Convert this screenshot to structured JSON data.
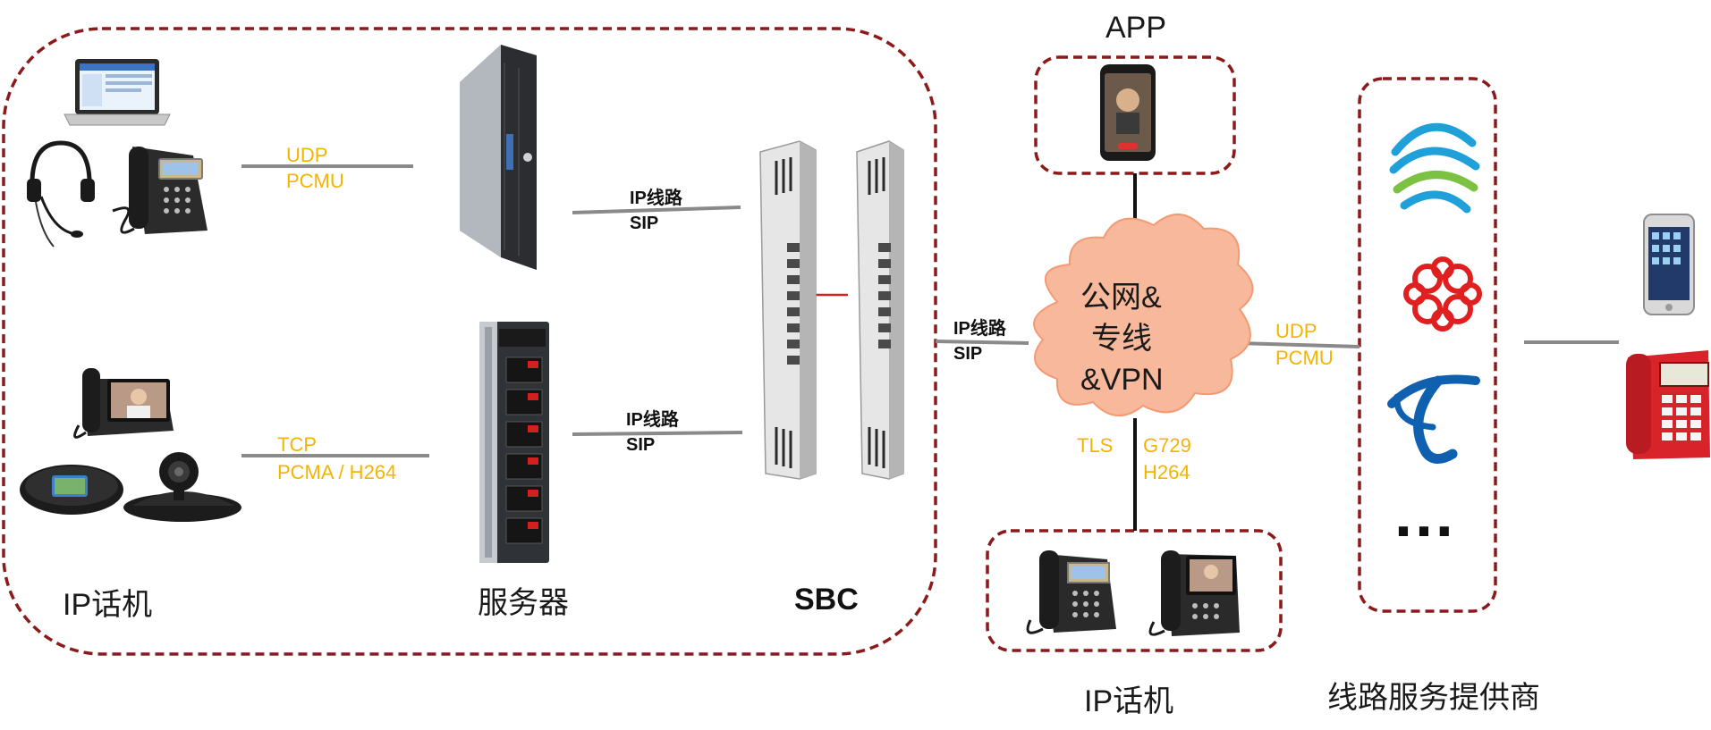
{
  "left_group": {
    "label_phones": "IP话机",
    "label_server": "服务器",
    "label_sbc": "SBC",
    "proto_udp": "UDP",
    "proto_pcmu": "PCMU",
    "proto_tcp": "TCP",
    "proto_pcma": "PCMA / H264",
    "link_top_1": "IP线路",
    "link_top_2": "SIP",
    "link_bot_1": "IP线路",
    "link_bot_2": "SIP"
  },
  "middle": {
    "app_title": "APP",
    "link_sbc_cloud_1": "IP线路",
    "link_sbc_cloud_2": "SIP",
    "cloud_line1": "公网&",
    "cloud_line2": "专线",
    "cloud_line3": "&VPN",
    "proto_tls": "TLS",
    "proto_g729": "G729",
    "proto_h264": "H264",
    "phones_label": "IP话机"
  },
  "right": {
    "proto_udp": "UDP",
    "proto_pcmu": "PCMU",
    "ellipsis": "…",
    "provider_label": "线路服务提供商"
  },
  "colors": {
    "dash_border": "#8b1a1a",
    "protocol_text": "#f4b400",
    "cloud_fill": "#f7b89b",
    "china_mobile": "#1fa0d8",
    "china_unicom": "#e02020",
    "china_telecom": "#1060b0"
  }
}
